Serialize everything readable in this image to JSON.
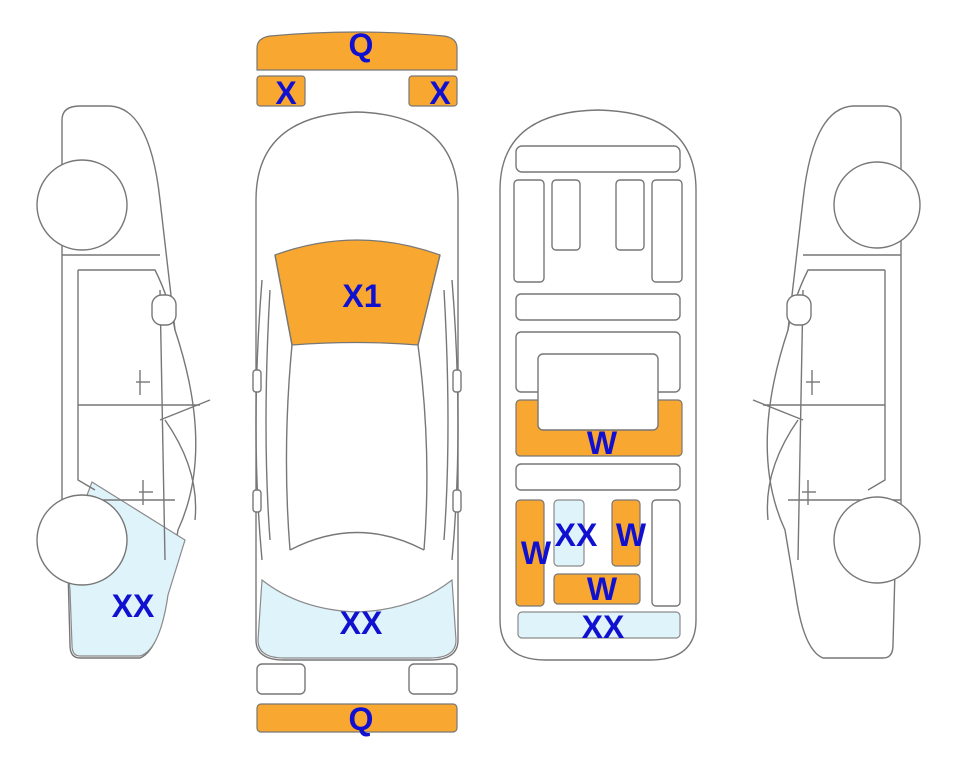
{
  "colors": {
    "damage_orange": "#f8a730",
    "damage_blue": "#dff3fb",
    "label_blue": "#1010d0",
    "outline": "#777777"
  },
  "labels": {
    "front_bumper": "Q",
    "left_headlight": "X",
    "right_headlight": "X",
    "hood": "X1",
    "rear_bumper": "Q",
    "left_side_rear": "XX",
    "top_rear": "XX",
    "floor_middle": "W",
    "floor_left_strip": "W",
    "floor_center_small": "XX",
    "floor_right_small": "W",
    "floor_lower": "W",
    "floor_bottom": "XX"
  }
}
